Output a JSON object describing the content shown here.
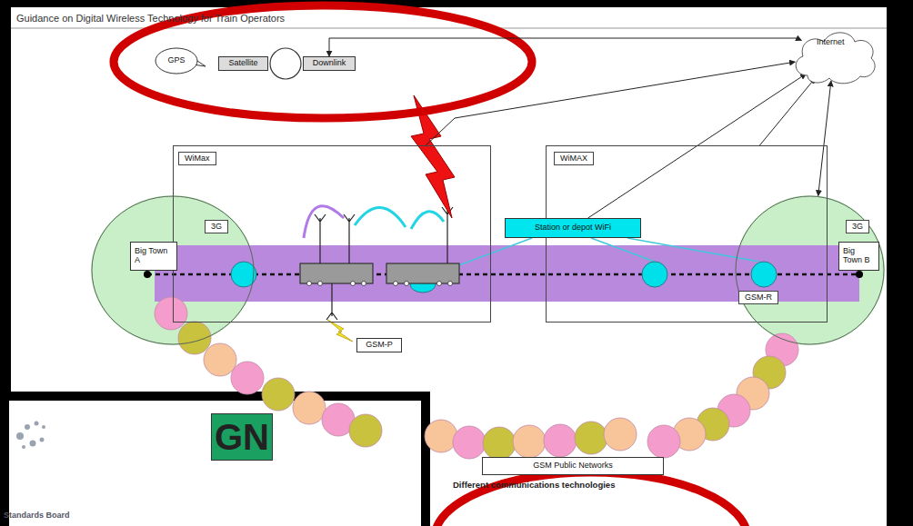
{
  "diagram": {
    "title": "Guidance on Digital Wireless Technology for Train Operators",
    "nodes": [
      {
        "text": [
          "GPS"
        ]
      },
      {
        "text": [
          "Satellite"
        ]
      },
      {
        "text": [
          "Downlink"
        ]
      },
      {
        "text": [
          "Internet"
        ]
      },
      {
        "text": [
          "WiMax"
        ]
      },
      {
        "text": [
          "WiMAX"
        ]
      },
      {
        "text": [
          "3G"
        ]
      },
      {
        "text": [
          "3G"
        ]
      },
      {
        "text": [
          "GSM-R"
        ]
      },
      {
        "text": [
          "Big Town A"
        ]
      },
      {
        "text": [
          "Big Town B"
        ]
      },
      {
        "text": [
          "Station or depot WiFi"
        ]
      },
      {
        "text": [
          "GSM-P"
        ]
      },
      {
        "text": [
          "GSM Public Networks"
        ]
      },
      {
        "text": [
          "GN"
        ]
      }
    ],
    "edges": [
      {
        "from": 2,
        "to": 3,
        "arrow": "both"
      },
      {
        "from": 4,
        "to": 3,
        "arrow": "to"
      },
      {
        "from": 5,
        "to": 3,
        "arrow": "to"
      },
      {
        "from": 3,
        "to": 7,
        "arrow": "both"
      },
      {
        "from": 11,
        "to": 3,
        "arrow": "to"
      }
    ],
    "labels": [
      "Different communications technologies",
      "Standards Board"
    ]
  }
}
